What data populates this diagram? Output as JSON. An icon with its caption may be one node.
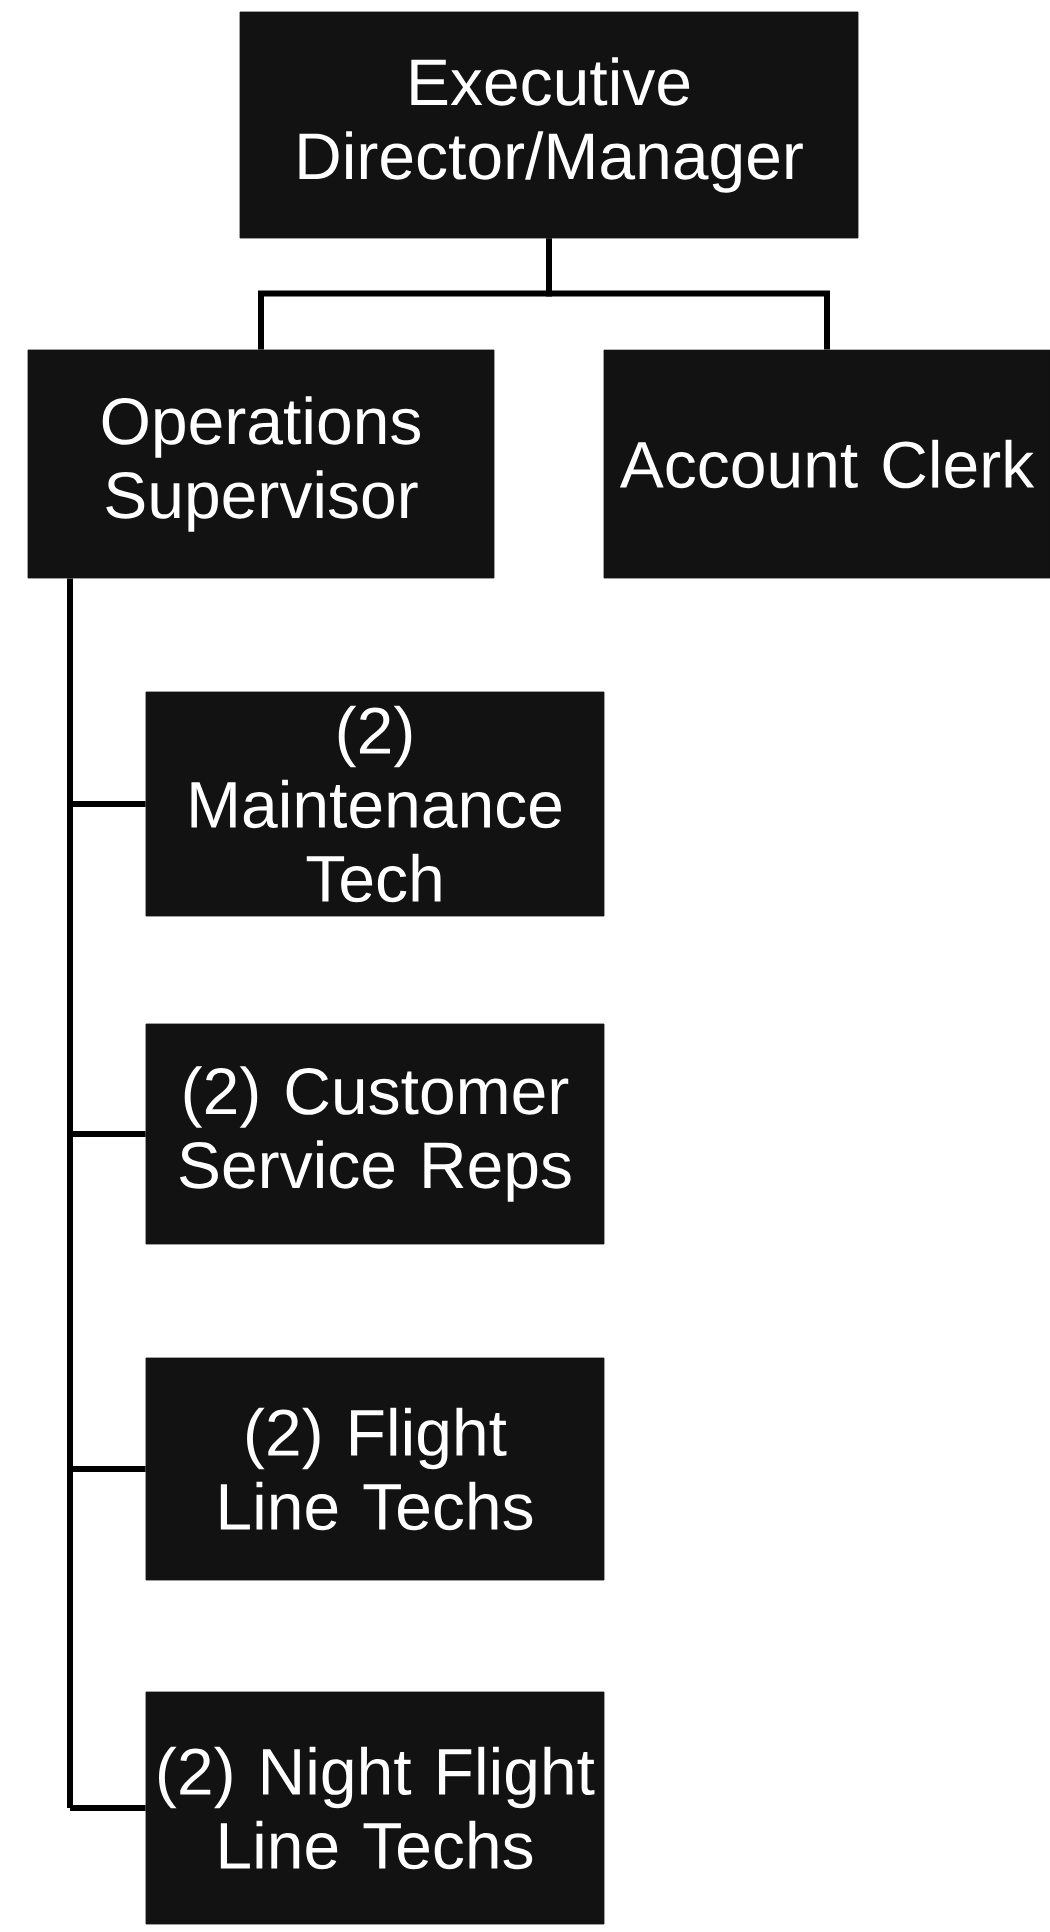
{
  "diagram": {
    "nodes": [
      {
        "text": [
          "Executive Director/Manager"
        ]
      },
      {
        "text": [
          "Operations Supervisor"
        ]
      },
      {
        "text": [
          "Account Clerk"
        ]
      },
      {
        "text": [
          "(2) Maintenance Tech"
        ]
      },
      {
        "text": [
          "(2) Customer Service Reps"
        ]
      },
      {
        "text": [
          "(2) Flight Line Techs"
        ]
      },
      {
        "text": [
          "(2) Night Flight Line Techs"
        ]
      }
    ],
    "edges": [
      {
        "from": 0,
        "to": 1,
        "arrow": "none"
      },
      {
        "from": 0,
        "to": 2,
        "arrow": "none"
      },
      {
        "from": 1,
        "to": 3,
        "arrow": "none"
      },
      {
        "from": 1,
        "to": 4,
        "arrow": "none"
      },
      {
        "from": 1,
        "to": 5,
        "arrow": "none"
      },
      {
        "from": 1,
        "to": 6,
        "arrow": "none"
      }
    ]
  }
}
